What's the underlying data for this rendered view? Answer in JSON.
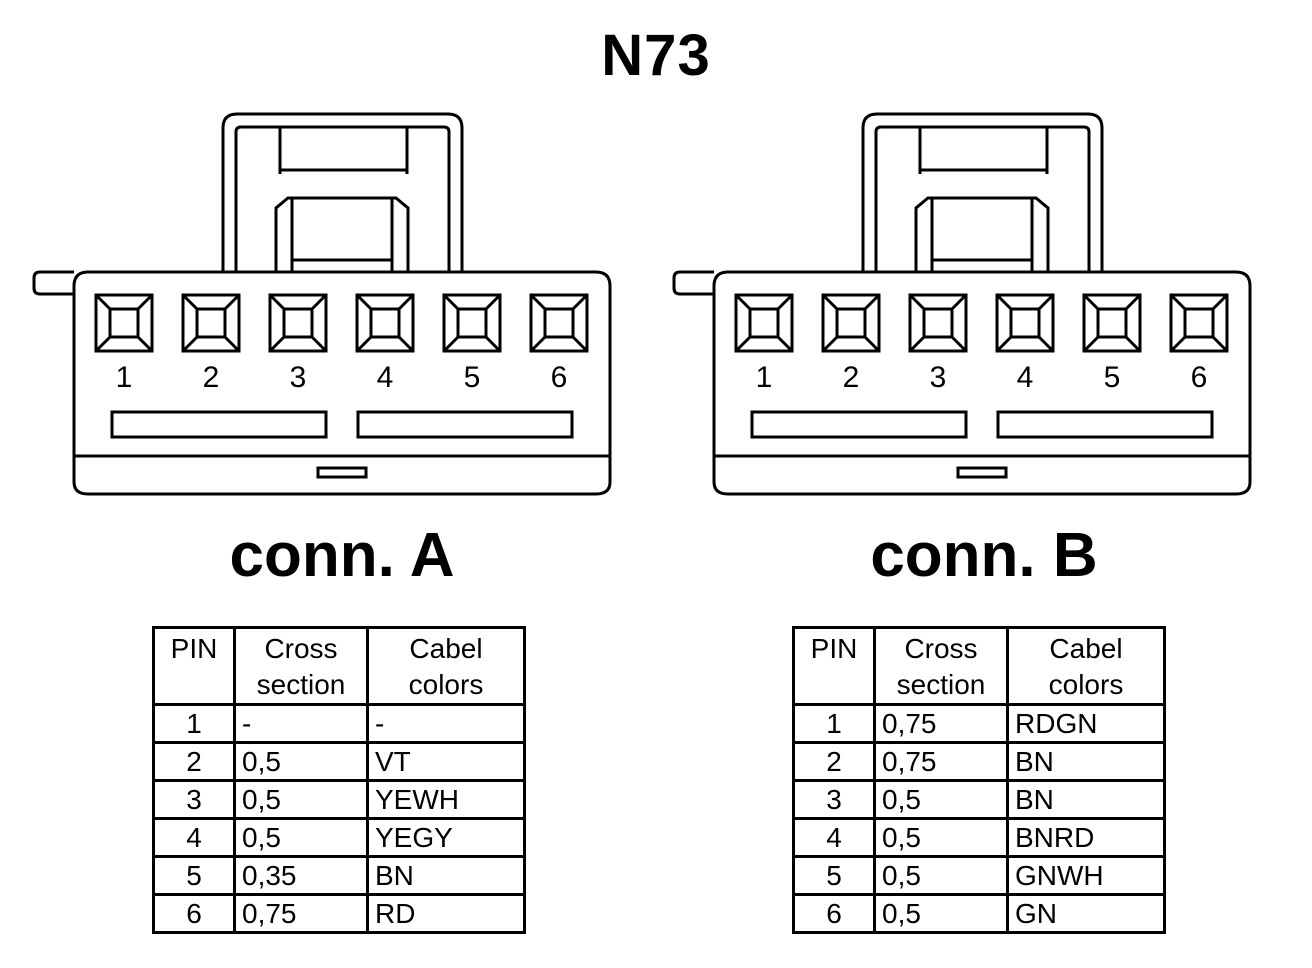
{
  "title": "N73",
  "connectors": [
    {
      "label": "conn. A",
      "pin_numbers": [
        "1",
        "2",
        "3",
        "4",
        "5",
        "6"
      ],
      "table": {
        "headers": {
          "pin": "PIN",
          "cross_1": "Cross",
          "cross_2": "section",
          "color_1": "Cabel",
          "color_2": "colors"
        },
        "rows": [
          {
            "pin": "1",
            "cross": "-",
            "color": "-"
          },
          {
            "pin": "2",
            "cross": "0,5",
            "color": "VT"
          },
          {
            "pin": "3",
            "cross": "0,5",
            "color": "YEWH"
          },
          {
            "pin": "4",
            "cross": "0,5",
            "color": "YEGY"
          },
          {
            "pin": "5",
            "cross": "0,35",
            "color": "BN"
          },
          {
            "pin": "6",
            "cross": "0,75",
            "color": "RD"
          }
        ]
      }
    },
    {
      "label": "conn. B",
      "pin_numbers": [
        "1",
        "2",
        "3",
        "4",
        "5",
        "6"
      ],
      "table": {
        "headers": {
          "pin": "PIN",
          "cross_1": "Cross",
          "cross_2": "section",
          "color_1": "Cabel",
          "color_2": "colors"
        },
        "rows": [
          {
            "pin": "1",
            "cross": "0,75",
            "color": "RDGN"
          },
          {
            "pin": "2",
            "cross": "0,75",
            "color": "BN"
          },
          {
            "pin": "3",
            "cross": "0,5",
            "color": "BN"
          },
          {
            "pin": "4",
            "cross": "0,5",
            "color": "BNRD"
          },
          {
            "pin": "5",
            "cross": "0,5",
            "color": "GNWH"
          },
          {
            "pin": "6",
            "cross": "0,5",
            "color": "GN"
          }
        ]
      }
    }
  ]
}
